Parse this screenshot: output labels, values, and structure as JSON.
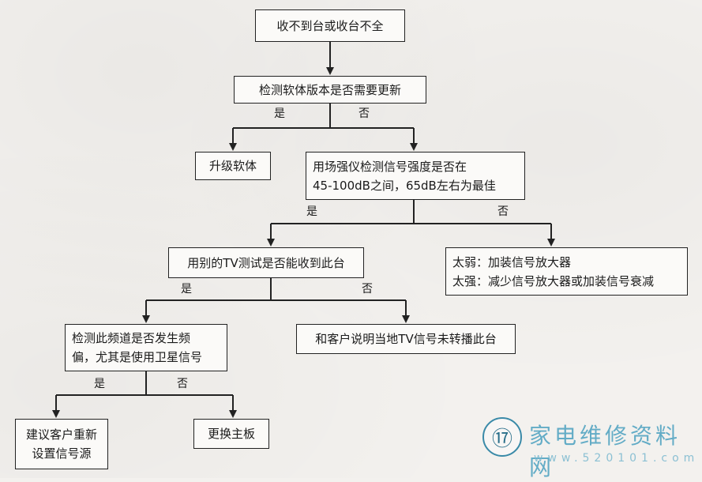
{
  "flowchart": {
    "nodes": {
      "start": "收不到台或收台不全",
      "check_software": "检测软体版本是否需要更新",
      "upgrade": "升级软体",
      "signal_check": [
        "用场强仪检测信号强度是否在",
        "45-100dB之间，65dB左右为最佳"
      ],
      "other_tv": "用别的TV测试是否能收到此台",
      "amplifier": [
        "太弱：加装信号放大器",
        "太强：减少信号放大器或加装信号衰减"
      ],
      "freq_offset": [
        "检测此频道是否发生频",
        "偏，尤其是使用卫星信号"
      ],
      "not_broadcast": "和客户说明当地TV信号未转播此台",
      "reset_source": [
        "建议客户重新",
        "设置信号源"
      ],
      "replace_board": "更换主板"
    },
    "labels": {
      "yes": "是",
      "no": "否"
    }
  },
  "watermark": {
    "number": "⑰",
    "title": "家电维修资料网",
    "url": "www.520101.com"
  }
}
